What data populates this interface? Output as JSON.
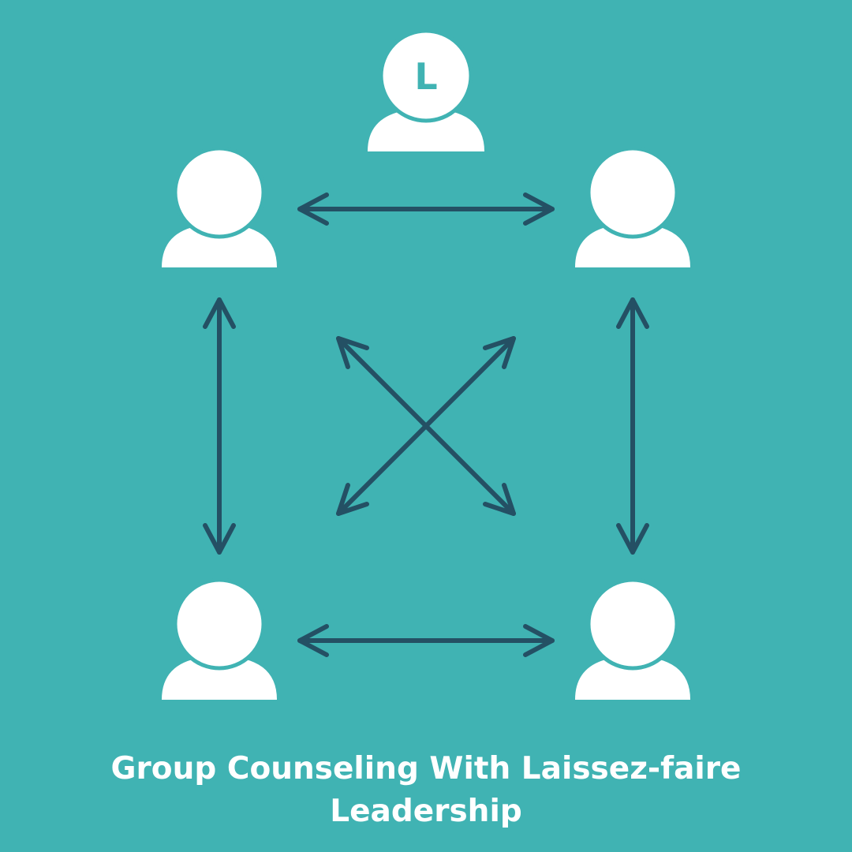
{
  "colors": {
    "background": "#40b3b3",
    "person": "#ffffff",
    "arrow": "#245064",
    "leader_letter": "#40b3b3",
    "caption": "#ffffff"
  },
  "leader": {
    "badge_letter": "L",
    "icon": "person-icon"
  },
  "members": [
    {
      "name": "member-top-left",
      "icon": "person-icon"
    },
    {
      "name": "member-top-right",
      "icon": "person-icon"
    },
    {
      "name": "member-bottom-left",
      "icon": "person-icon"
    },
    {
      "name": "member-bottom-right",
      "icon": "person-icon"
    }
  ],
  "connections": [
    {
      "from": "member-top-left",
      "to": "member-top-right",
      "type": "bidirectional"
    },
    {
      "from": "member-bottom-left",
      "to": "member-bottom-right",
      "type": "bidirectional"
    },
    {
      "from": "member-top-left",
      "to": "member-bottom-left",
      "type": "bidirectional"
    },
    {
      "from": "member-top-right",
      "to": "member-bottom-right",
      "type": "bidirectional"
    },
    {
      "from": "member-top-left",
      "to": "member-bottom-right",
      "type": "bidirectional"
    },
    {
      "from": "member-top-right",
      "to": "member-bottom-left",
      "type": "bidirectional"
    }
  ],
  "caption": {
    "line1": "Group Counseling With Laissez-faire",
    "line2": "Leadership"
  }
}
